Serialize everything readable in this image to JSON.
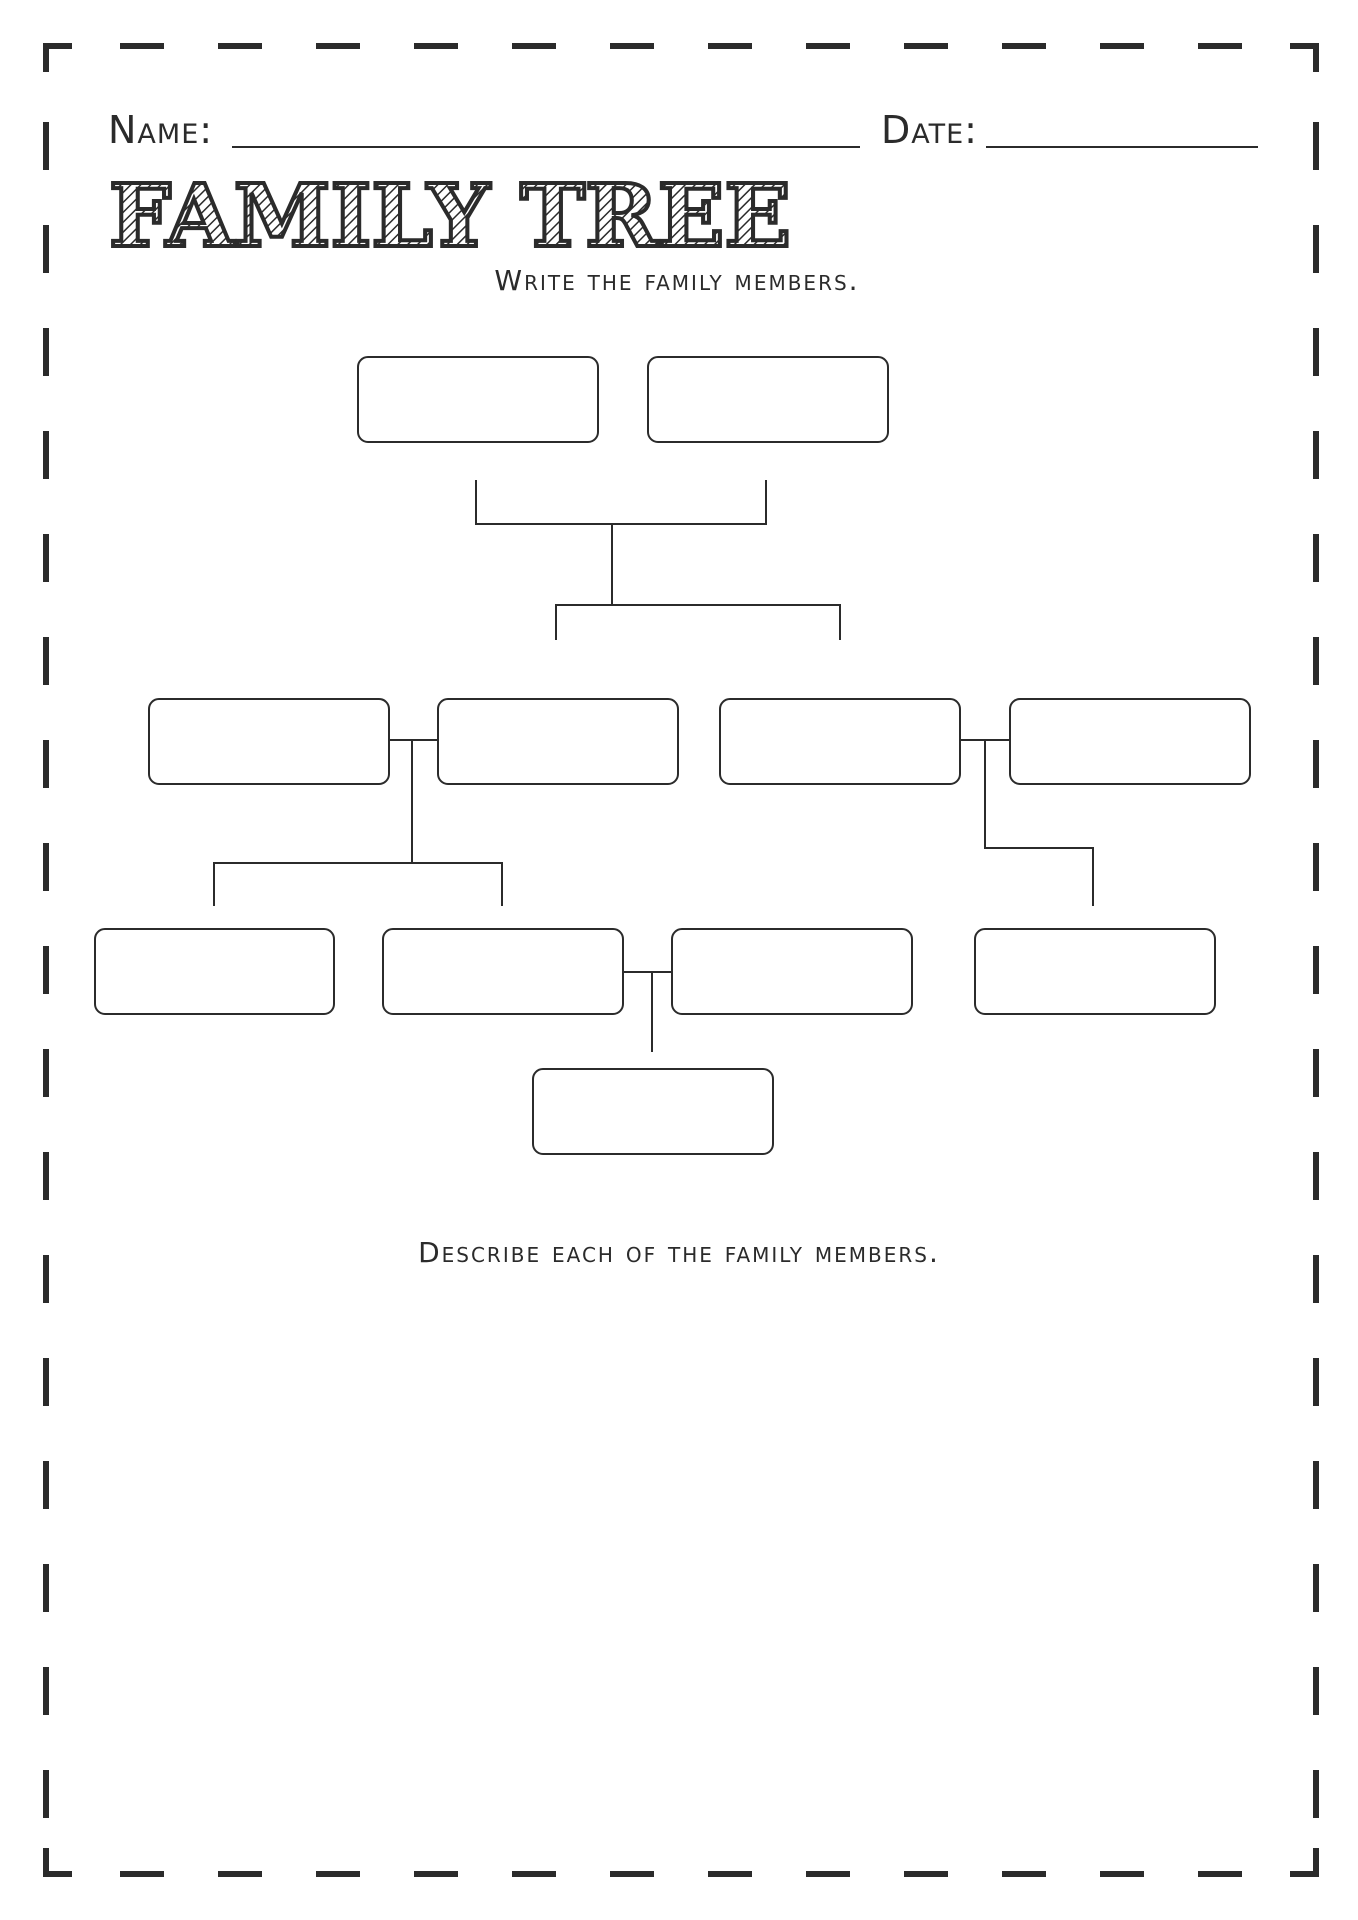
{
  "header": {
    "name_label": "Name:",
    "date_label": "Date:"
  },
  "title": "FAMILY TREE",
  "instructions": {
    "write": "Write the family members.",
    "describe": "Describe each of the family members."
  },
  "colors": {
    "ink": "#2b2b2b",
    "paper": "#ffffff"
  }
}
